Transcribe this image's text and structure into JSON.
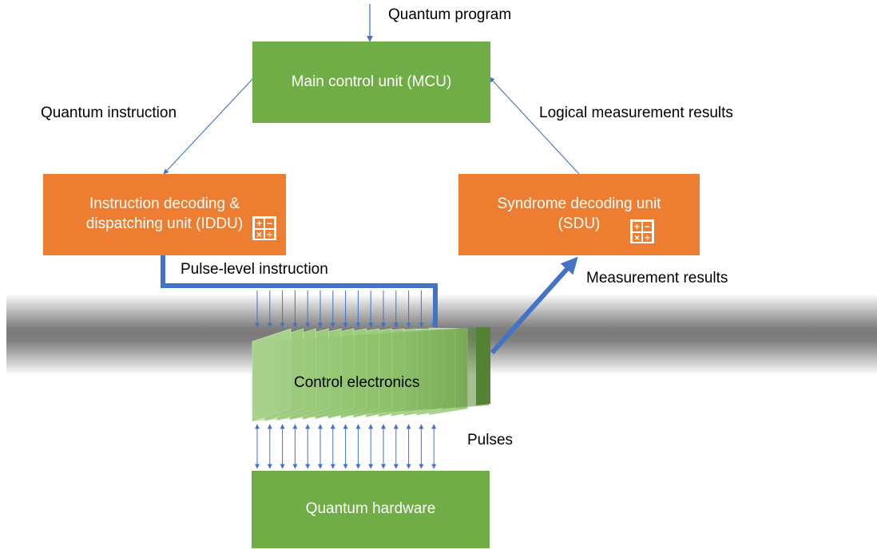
{
  "top_input_label": "Quantum program",
  "mcu": {
    "label": "Main control unit (MCU)"
  },
  "iddu": {
    "line1": "Instruction decoding &",
    "line2": "dispatching unit (IDDU)"
  },
  "sdu": {
    "line1": "Syndrome decoding unit",
    "line2": "(SDU)"
  },
  "edges": {
    "quantum_instruction": "Quantum instruction",
    "logical_results": "Logical measurement results",
    "pulse_level": "Pulse-level instruction",
    "measurement_results": "Measurement results",
    "pulses": "Pulses"
  },
  "control_electronics": {
    "label": "Control electronics"
  },
  "hardware": {
    "label": "Quantum hardware"
  },
  "calc_icon": {
    "plus": "+",
    "minus": "−",
    "times": "×",
    "divide": "÷"
  },
  "colors": {
    "green": "#70ad47",
    "orange": "#ed7d31",
    "arrow_blue": "#4472c4",
    "thick_blue": "#4472c4"
  }
}
